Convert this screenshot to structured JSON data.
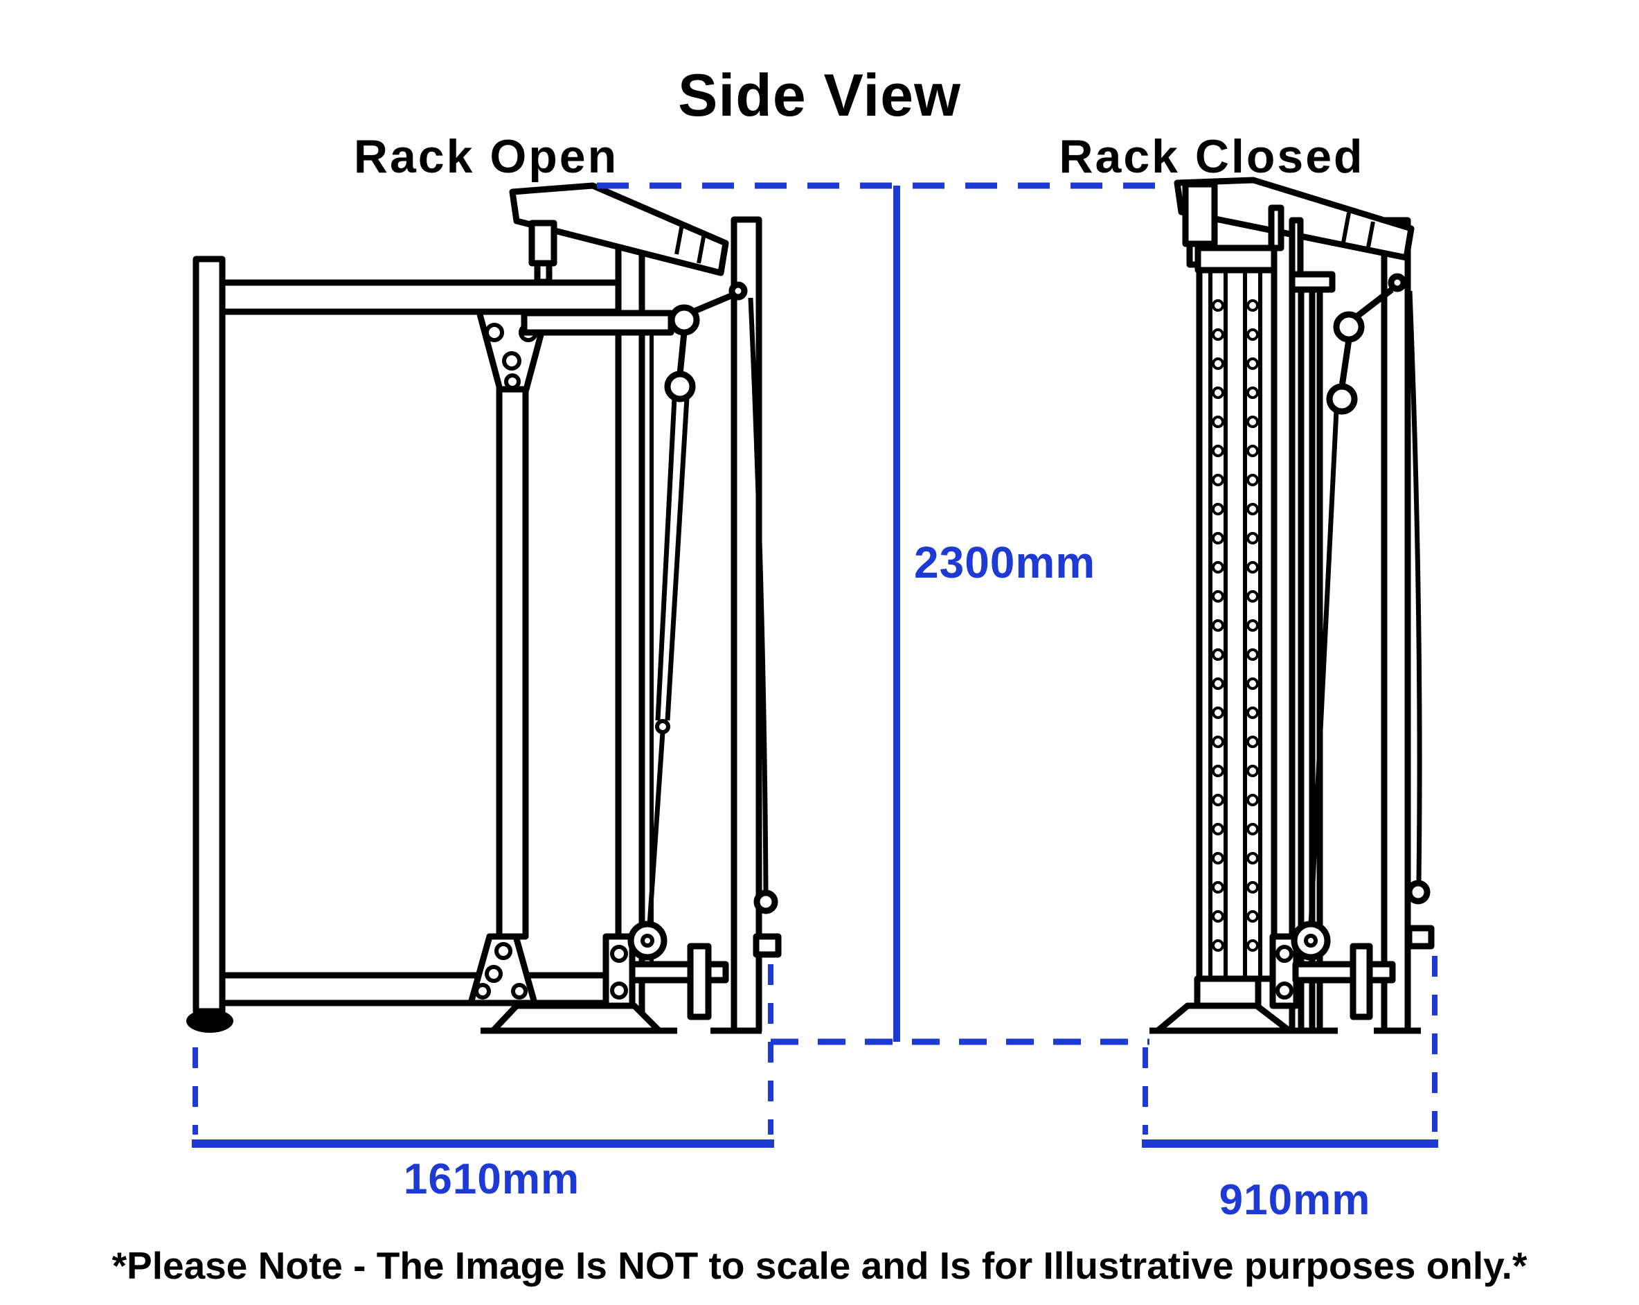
{
  "title": "Side View",
  "views": {
    "open": {
      "label": "Rack Open"
    },
    "closed": {
      "label": "Rack Closed"
    }
  },
  "dimensions": {
    "height": "2300mm",
    "open_width": "1610mm",
    "closed_width": "910mm"
  },
  "note": "*Please Note - The Image Is NOT to scale and Is for Illustrative purposes only.*",
  "colors": {
    "dimension_blue": "#1e3ad4",
    "drawing_black": "#000000",
    "background": "#ffffff"
  }
}
